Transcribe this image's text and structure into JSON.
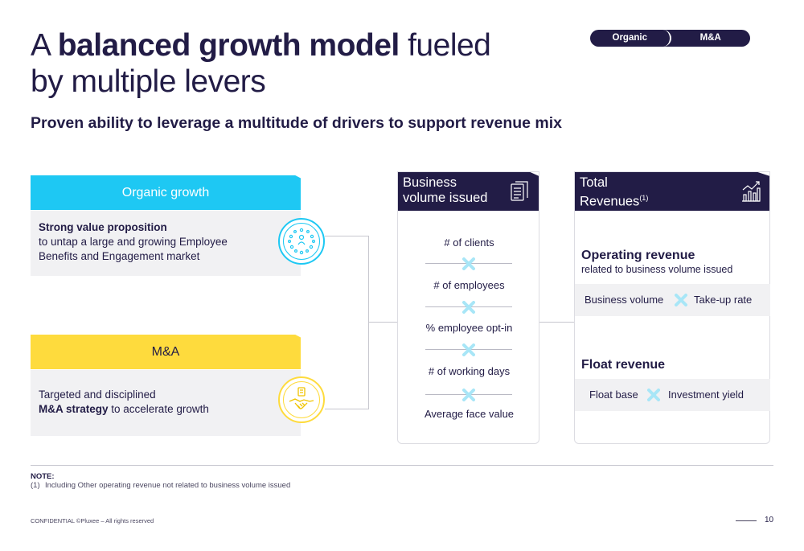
{
  "title": {
    "pre": "A ",
    "bold": "balanced growth model",
    "post": " fueled",
    "line2": "by multiple levers"
  },
  "subtitle": "Proven ability to leverage a multitude of drivers to support revenue mix",
  "toggle": {
    "options": [
      "Organic",
      "M&A"
    ]
  },
  "organic": {
    "header": "Organic growth",
    "body_bold": "Strong value proposition",
    "body_line1": "to untap a large and growing Employee",
    "body_line2": "Benefits and Engagement market",
    "icon": "people-network-icon"
  },
  "ma": {
    "header": "M&A",
    "body_line1": "Targeted and disciplined",
    "body_bold": "M&A strategy",
    "body_rest": " to accelerate growth",
    "icon": "handshake-icon"
  },
  "business_volume": {
    "header_line1": "Business",
    "header_line2": "volume issued",
    "items": [
      "# of clients",
      "# of employees",
      "% employee opt-in",
      "# of working days",
      "Average face value"
    ],
    "icon": "documents-icon"
  },
  "total_revenues": {
    "header_line1": "Total",
    "header_line2": "Revenues",
    "header_sup": "(1)",
    "operating_label": "Operating revenue",
    "operating_sub": "related to business volume issued",
    "operating_left": "Business volume",
    "operating_right": "Take-up rate",
    "float_label": "Float revenue",
    "float_left": "Float base",
    "float_right": "Investment yield",
    "icon": "growth-chart-icon"
  },
  "note": {
    "heading": "NOTE:",
    "number": "(1)",
    "text": "Including Other operating revenue not related to business volume issued"
  },
  "footer": "CONFIDENTIAL ©Pluxee – All rights reserved",
  "page_number": "10",
  "colors": {
    "navy": "#221c46",
    "cyan": "#1ec8f3",
    "yellow": "#fedb3d",
    "light_blue_x": "#a8e6f7"
  }
}
